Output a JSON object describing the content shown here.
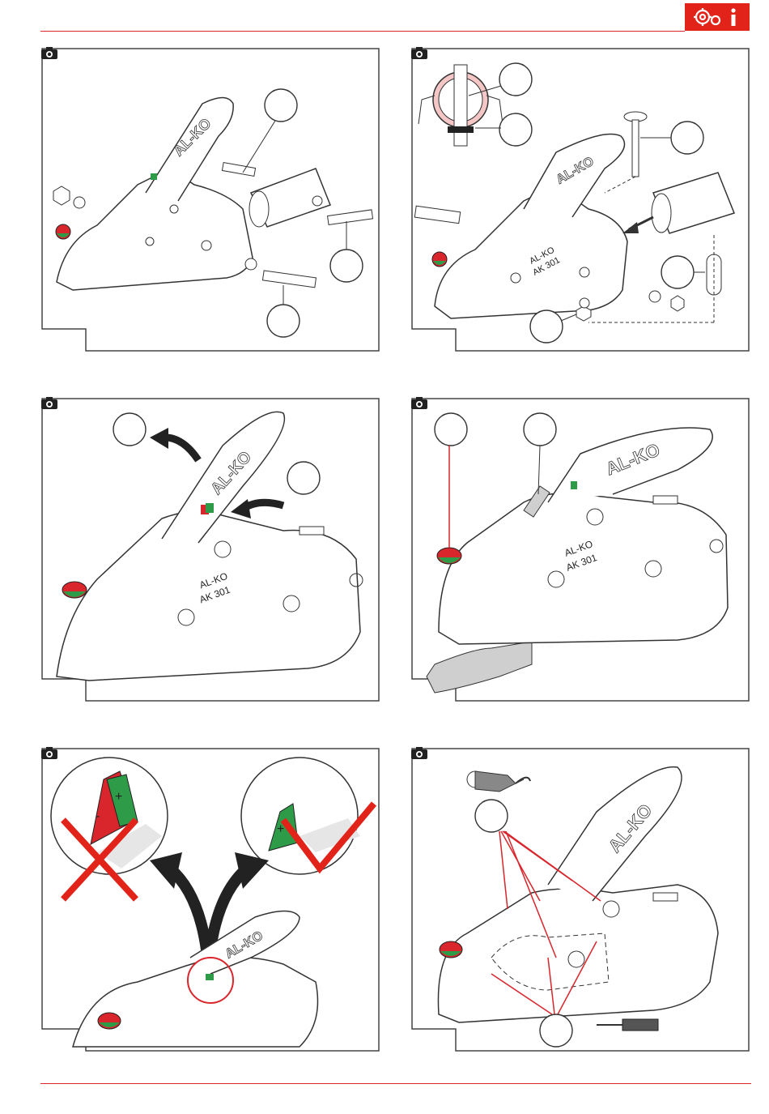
{
  "brand": {
    "logo_text": "AL-KO",
    "accent_color": "#e2231a",
    "header_icon": "gear-info-icon"
  },
  "panels": [
    {
      "id": 1,
      "labels": [],
      "icon": "camera-icon"
    },
    {
      "id": 2,
      "labels": [
        "AL-KO",
        "AK 301"
      ],
      "icon": "camera-icon"
    },
    {
      "id": 3,
      "labels": [
        "AL-KO",
        "AK 301"
      ],
      "icon": "camera-icon"
    },
    {
      "id": 4,
      "labels": [
        "AL-KO",
        "AK 301"
      ],
      "icon": "camera-icon"
    },
    {
      "id": 5,
      "labels": [
        "-",
        "+",
        "+"
      ],
      "icon": "camera-icon"
    },
    {
      "id": 6,
      "labels": [],
      "icon": "camera-icon"
    }
  ]
}
